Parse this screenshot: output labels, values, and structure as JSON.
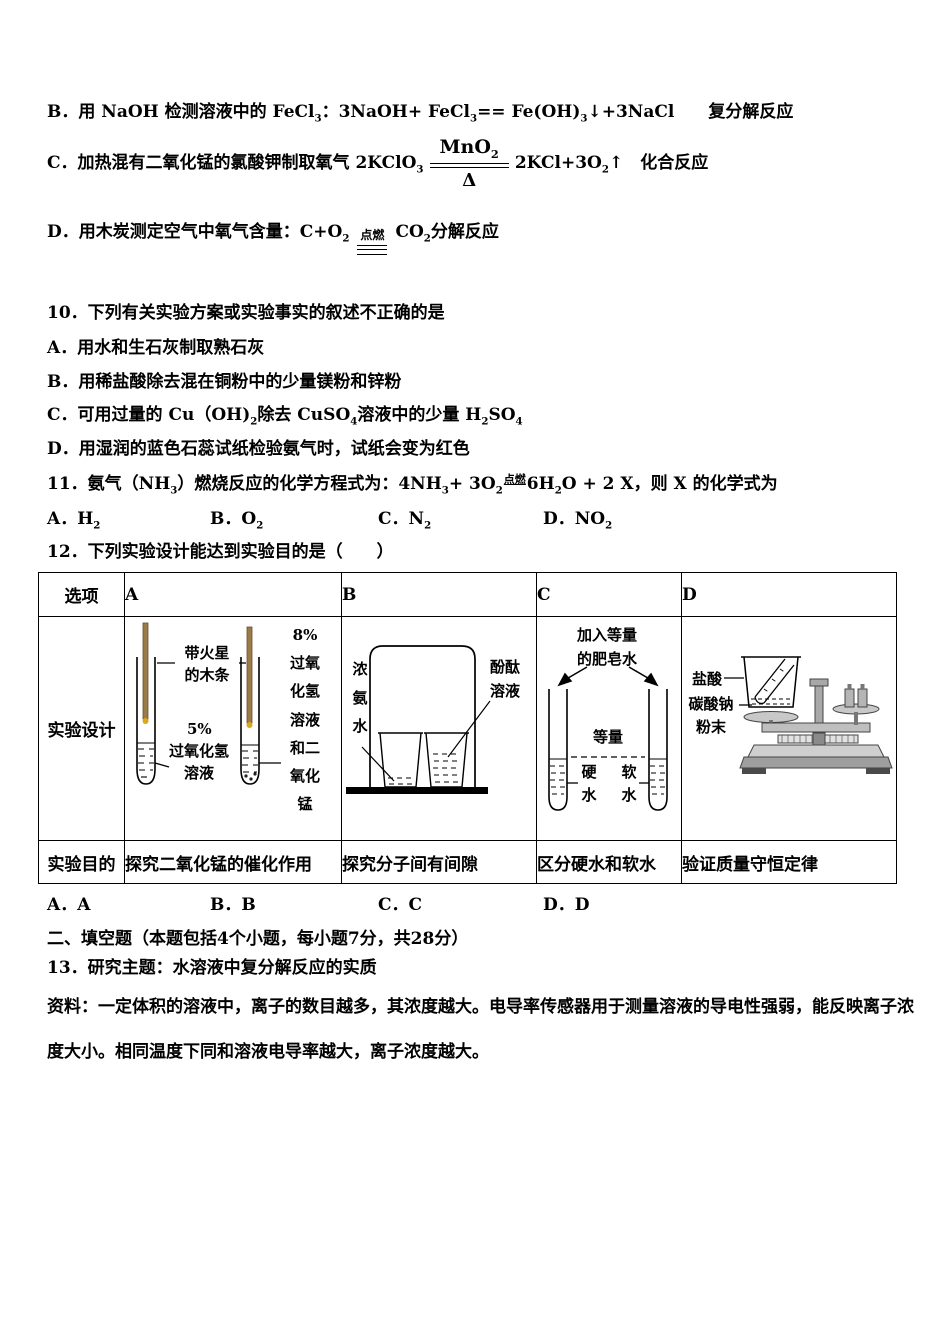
{
  "colors": {
    "text": "#000000",
    "splint": "#9c7b4a",
    "spark": "#dca816",
    "metal_light": "#c8c8c8",
    "metal_mid": "#a8a8a8",
    "metal_dark": "#4a4a4a"
  },
  "lines": {
    "b": [
      {
        "t": "B．用 NaOH 检测溶液中的 FeCl"
      },
      {
        "s": "3"
      },
      {
        "t": "：3NaOH+ FeCl"
      },
      {
        "s": "3"
      },
      {
        "t": "== Fe(OH)"
      },
      {
        "s": "3"
      },
      {
        "t": "↓+3NaCl　　复分解反应"
      }
    ],
    "c_prefix": [
      {
        "t": "C．加热混有二氧化锰的氯酸钾制取氧气 2KClO"
      },
      {
        "s": "3"
      }
    ],
    "c_frac_top": [
      {
        "t": "MnO"
      },
      {
        "s": "2"
      }
    ],
    "c_frac_bottom": "Δ",
    "c_suffix": [
      {
        "t": "2KCl+3O"
      },
      {
        "s": "2"
      },
      {
        "t": "↑　化合反应"
      }
    ],
    "d_prefix": [
      {
        "t": "D．用木炭测定空气中氧气含量：C+O"
      },
      {
        "s": "2"
      }
    ],
    "d_cond": "点燃",
    "d_suffix": [
      {
        "t": "CO"
      },
      {
        "s": "2"
      },
      {
        "t": "分解反应"
      }
    ]
  },
  "q10": {
    "stem": "10．下列有关实验方案或实验事实的叙述不正确的是",
    "a": "A．用水和生石灰制取熟石灰",
    "b": "B．用稀盐酸除去混在铜粉中的少量镁粉和锌粉",
    "c": [
      {
        "t": "C．可用过量的 Cu（OH)"
      },
      {
        "s": "2"
      },
      {
        "t": "除去 CuSO"
      },
      {
        "s": "4"
      },
      {
        "t": "溶液中的少量 H"
      },
      {
        "s": "2"
      },
      {
        "t": "SO"
      },
      {
        "s": "4"
      }
    ],
    "d": "D．用湿润的蓝色石蕊试纸检验氨气时，试纸会变为红色"
  },
  "q11": {
    "stem": [
      {
        "t": "11．氨气（NH"
      },
      {
        "s": "3"
      },
      {
        "t": "）燃烧反应的化学方程式为：4NH"
      },
      {
        "s": "3"
      },
      {
        "t": "+ 3O"
      },
      {
        "s": "2"
      },
      {
        "c": "点燃"
      },
      {
        "t": "6H"
      },
      {
        "s": "2"
      },
      {
        "t": "O + 2 X，则 X 的化学式为"
      }
    ],
    "opt_a": [
      {
        "t": "A．H"
      },
      {
        "s": "2"
      }
    ],
    "opt_b": [
      {
        "t": "B．O"
      },
      {
        "s": "2"
      }
    ],
    "opt_c": [
      {
        "t": "C．N"
      },
      {
        "s": "2"
      }
    ],
    "opt_d": [
      {
        "t": "D．NO"
      },
      {
        "s": "2"
      }
    ]
  },
  "q12": {
    "stem": "12．下列实验设计能达到实验目的是（　　）"
  },
  "table": {
    "headers": [
      "选项",
      "A",
      "B",
      "C",
      "D"
    ],
    "row_design_label": "实验设计",
    "row_purpose_label": "实验目的",
    "purposes": [
      "探究二氧化锰的催化作用",
      "探究分子间有间隙",
      "区分硬水和软水",
      "验证质量守恒定律"
    ],
    "design_a": {
      "splint_label": "带火星\n的木条",
      "left_pct": "5%",
      "left_label": "过氧化氢\n溶液",
      "right_label": "8%\n过氧\n化氢\n溶液\n和二\n氧化\n锰"
    },
    "design_b": {
      "left_label": "浓\n氨\n水",
      "right_label": "酚酞\n溶液"
    },
    "design_c": {
      "top_label": "加入等量\n的肥皂水",
      "equal_label": "等量",
      "hard_label": "硬\n水",
      "soft_label": "软\n水"
    },
    "design_d": {
      "acid_label": "盐酸",
      "powder_label": "碳酸钠\n粉末"
    }
  },
  "answers": [
    "A．A",
    "B．B",
    "C．C",
    "D．D"
  ],
  "section2": "二、填空题（本题包括4个小题，每小题7分，共28分）",
  "q13": "13．研究主题：水溶液中复分解反应的实质",
  "ziliao": "资料：一定体积的溶液中，离子的数目越多，其浓度越大。电导率传感器用于测量溶液的导电性强弱，能反映离子浓度大小。相同温度下同和溶液电导率越大，离子浓度越大。"
}
